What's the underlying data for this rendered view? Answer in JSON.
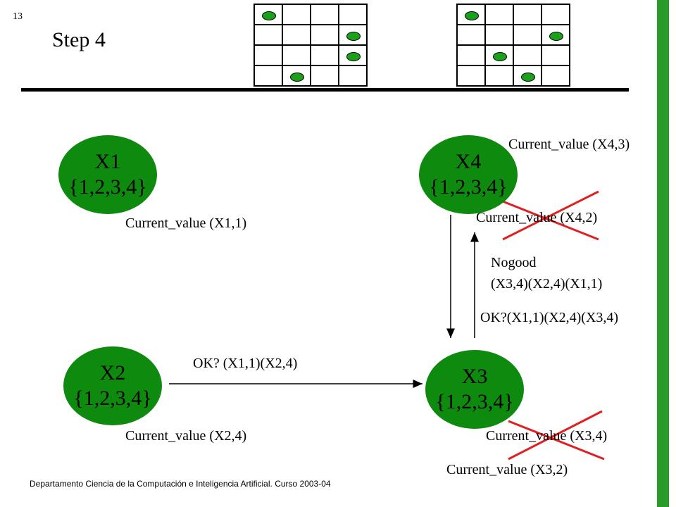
{
  "slide": {
    "page_number": "13",
    "title": "Step 4",
    "footer": "Departamento Ciencia de la Computación e Inteligencia Artificial. Curso 2003-04"
  },
  "boards": [
    {
      "queens": [
        [
          0,
          0
        ],
        [
          1,
          3
        ],
        [
          2,
          3
        ],
        [
          3,
          1
        ]
      ]
    },
    {
      "queens": [
        [
          0,
          0
        ],
        [
          1,
          3
        ],
        [
          2,
          1
        ],
        [
          3,
          2
        ]
      ]
    }
  ],
  "nodes": {
    "x1": {
      "name": "X1",
      "domain": "{1,2,3,4}"
    },
    "x2": {
      "name": "X2",
      "domain": "{1,2,3,4}"
    },
    "x3": {
      "name": "X3",
      "domain": "{1,2,3,4}"
    },
    "x4": {
      "name": "X4",
      "domain": "{1,2,3,4}"
    }
  },
  "labels": {
    "x1_value": "Current_value (X1,1)",
    "x2_value": "Current_value (X2,4)",
    "x3_value_old": "Current_value (X3,4)",
    "x3_value_new": "Current_value (X3,2)",
    "x4_value_new": "Current_value (X4,3)",
    "x4_value_old": "Current_value (X4,2)"
  },
  "messages": {
    "x2_to_x3": "OK? (X1,1)(X2,4)",
    "x3_to_x4": "OK?(X1,1)(X2,4)(X3,4)",
    "nogood_title": "Nogood",
    "nogood_body": "(X3,4)(X2,4)(X1,1)"
  },
  "colors": {
    "node_fill": "#0e8a0e",
    "queen_fill": "#1aa01a",
    "cross": "#e02020",
    "side_bar": "#2a9b2a"
  }
}
